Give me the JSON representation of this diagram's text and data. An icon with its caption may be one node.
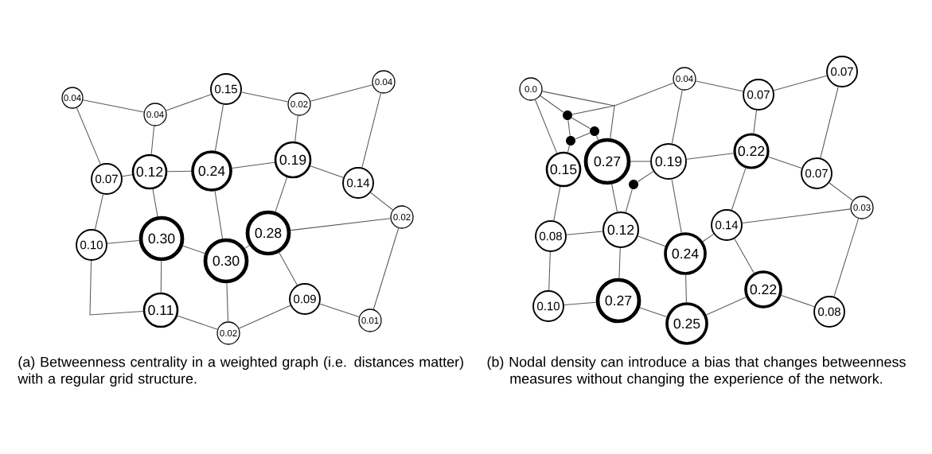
{
  "diagram": {
    "nodes": [
      {
        "text": [
          "0.04"
        ]
      },
      {
        "text": [
          "0.04"
        ]
      },
      {
        "text": [
          "0.15"
        ]
      },
      {
        "text": [
          "0.02"
        ]
      },
      {
        "text": [
          "0.04"
        ]
      },
      {
        "text": [
          "0.07"
        ]
      },
      {
        "text": [
          "0.12"
        ]
      },
      {
        "text": [
          "0.24"
        ]
      },
      {
        "text": [
          "0.19"
        ]
      },
      {
        "text": [
          "0.14"
        ]
      },
      {
        "text": [
          "0.02"
        ]
      },
      {
        "text": [
          "0.10"
        ]
      },
      {
        "text": [
          "0.30"
        ]
      },
      {
        "text": [
          "0.30"
        ]
      },
      {
        "text": [
          "0.28"
        ]
      },
      {
        "text": [
          "0.11"
        ]
      },
      {
        "text": [
          "0.09"
        ]
      },
      {
        "text": [
          "0.02"
        ]
      },
      {
        "text": [
          "0.01"
        ]
      },
      {
        "text": [
          "0.0"
        ]
      },
      {
        "text": [
          "0.04"
        ]
      },
      {
        "text": [
          "0.07"
        ]
      },
      {
        "text": [
          "0.07"
        ]
      },
      {
        "text": [],
        "shape": "junction"
      },
      {
        "text": [],
        "shape": "dot"
      },
      {
        "text": [],
        "shape": "dot"
      },
      {
        "text": [],
        "shape": "dot"
      },
      {
        "text": [
          "0.15"
        ]
      },
      {
        "text": [
          "0.27"
        ]
      },
      {
        "text": [
          "0.19"
        ]
      },
      {
        "text": [
          "0.22"
        ]
      },
      {
        "text": [
          "0.07"
        ]
      },
      {
        "text": [],
        "shape": "dot"
      },
      {
        "text": [
          "0.03"
        ]
      },
      {
        "text": [
          "0.08"
        ]
      },
      {
        "text": [
          "0.12"
        ]
      },
      {
        "text": [
          "0.14"
        ]
      },
      {
        "text": [
          "0.24"
        ]
      },
      {
        "text": [
          "0.10"
        ]
      },
      {
        "text": [
          "0.27"
        ]
      },
      {
        "text": [
          "0.22"
        ]
      },
      {
        "text": [
          "0.25"
        ]
      },
      {
        "text": [
          "0.08"
        ]
      }
    ],
    "edges": [
      {
        "from": 0,
        "to": 1,
        "arrow": "none"
      },
      {
        "from": 1,
        "to": 2,
        "arrow": "none"
      },
      {
        "from": 2,
        "to": 3,
        "arrow": "none"
      },
      {
        "from": 3,
        "to": 4,
        "arrow": "none"
      },
      {
        "from": 0,
        "to": 5,
        "arrow": "none"
      },
      {
        "from": 1,
        "to": 6,
        "arrow": "none"
      },
      {
        "from": 2,
        "to": 7,
        "arrow": "none"
      },
      {
        "from": 3,
        "to": 8,
        "arrow": "none"
      },
      {
        "from": 4,
        "to": 9,
        "arrow": "none"
      },
      {
        "from": 5,
        "to": 6,
        "arrow": "none"
      },
      {
        "from": 6,
        "to": 7,
        "arrow": "none"
      },
      {
        "from": 7,
        "to": 8,
        "arrow": "none"
      },
      {
        "from": 8,
        "to": 9,
        "arrow": "none"
      },
      {
        "from": 9,
        "to": 10,
        "arrow": "none"
      },
      {
        "from": 5,
        "to": 11,
        "arrow": "none"
      },
      {
        "from": 6,
        "to": 12,
        "arrow": "none"
      },
      {
        "from": 7,
        "to": 13,
        "arrow": "none"
      },
      {
        "from": 8,
        "to": 14,
        "arrow": "none"
      },
      {
        "from": 14,
        "to": 10,
        "arrow": "none"
      },
      {
        "from": 11,
        "to": 12,
        "arrow": "none"
      },
      {
        "from": 12,
        "to": 13,
        "arrow": "none"
      },
      {
        "from": 13,
        "to": 14,
        "arrow": "none"
      },
      {
        "from": 12,
        "to": 15,
        "arrow": "none"
      },
      {
        "from": 13,
        "to": 17,
        "arrow": "none"
      },
      {
        "from": 14,
        "to": 16,
        "arrow": "none"
      },
      {
        "from": 10,
        "to": 18,
        "arrow": "none"
      },
      {
        "from": 11,
        "to": 15,
        "arrow": "none"
      },
      {
        "from": 15,
        "to": 17,
        "arrow": "none"
      },
      {
        "from": 17,
        "to": 16,
        "arrow": "none"
      },
      {
        "from": 16,
        "to": 18,
        "arrow": "none"
      },
      {
        "from": 19,
        "to": 23,
        "arrow": "none"
      },
      {
        "from": 23,
        "to": 20,
        "arrow": "none"
      },
      {
        "from": 24,
        "to": 23,
        "arrow": "none"
      },
      {
        "from": 23,
        "to": 28,
        "arrow": "none"
      },
      {
        "from": 19,
        "to": 24,
        "arrow": "none"
      },
      {
        "from": 19,
        "to": 27,
        "arrow": "none"
      },
      {
        "from": 24,
        "to": 25,
        "arrow": "none"
      },
      {
        "from": 24,
        "to": 26,
        "arrow": "none"
      },
      {
        "from": 25,
        "to": 26,
        "arrow": "none"
      },
      {
        "from": 25,
        "to": 28,
        "arrow": "none"
      },
      {
        "from": 26,
        "to": 27,
        "arrow": "none"
      },
      {
        "from": 20,
        "to": 21,
        "arrow": "none"
      },
      {
        "from": 21,
        "to": 22,
        "arrow": "none"
      },
      {
        "from": 20,
        "to": 29,
        "arrow": "none"
      },
      {
        "from": 21,
        "to": 30,
        "arrow": "none"
      },
      {
        "from": 22,
        "to": 31,
        "arrow": "none"
      },
      {
        "from": 28,
        "to": 29,
        "arrow": "none"
      },
      {
        "from": 29,
        "to": 30,
        "arrow": "none"
      },
      {
        "from": 30,
        "to": 31,
        "arrow": "none"
      },
      {
        "from": 31,
        "to": 33,
        "arrow": "none"
      },
      {
        "from": 28,
        "to": 35,
        "arrow": "none"
      },
      {
        "from": 32,
        "to": 35,
        "arrow": "none"
      },
      {
        "from": 32,
        "to": 29,
        "arrow": "none"
      },
      {
        "from": 27,
        "to": 34,
        "arrow": "none"
      },
      {
        "from": 29,
        "to": 37,
        "arrow": "none"
      },
      {
        "from": 30,
        "to": 36,
        "arrow": "none"
      },
      {
        "from": 36,
        "to": 33,
        "arrow": "none"
      },
      {
        "from": 34,
        "to": 35,
        "arrow": "none"
      },
      {
        "from": 35,
        "to": 37,
        "arrow": "none"
      },
      {
        "from": 37,
        "to": 36,
        "arrow": "none"
      },
      {
        "from": 36,
        "to": 40,
        "arrow": "none"
      },
      {
        "from": 33,
        "to": 42,
        "arrow": "none"
      },
      {
        "from": 34,
        "to": 38,
        "arrow": "none"
      },
      {
        "from": 35,
        "to": 39,
        "arrow": "none"
      },
      {
        "from": 38,
        "to": 39,
        "arrow": "none"
      },
      {
        "from": 39,
        "to": 41,
        "arrow": "none"
      },
      {
        "from": 37,
        "to": 41,
        "arrow": "none"
      },
      {
        "from": 41,
        "to": 40,
        "arrow": "none"
      },
      {
        "from": 40,
        "to": 42,
        "arrow": "none"
      }
    ],
    "labels": [
      "(a) Betweenness centrality in a weighted graph (i.e. distances matter) with a regular grid structure.",
      "(b) Nodal density can introduce a bias that changes betweenness measures without changing the experience of the network."
    ]
  }
}
